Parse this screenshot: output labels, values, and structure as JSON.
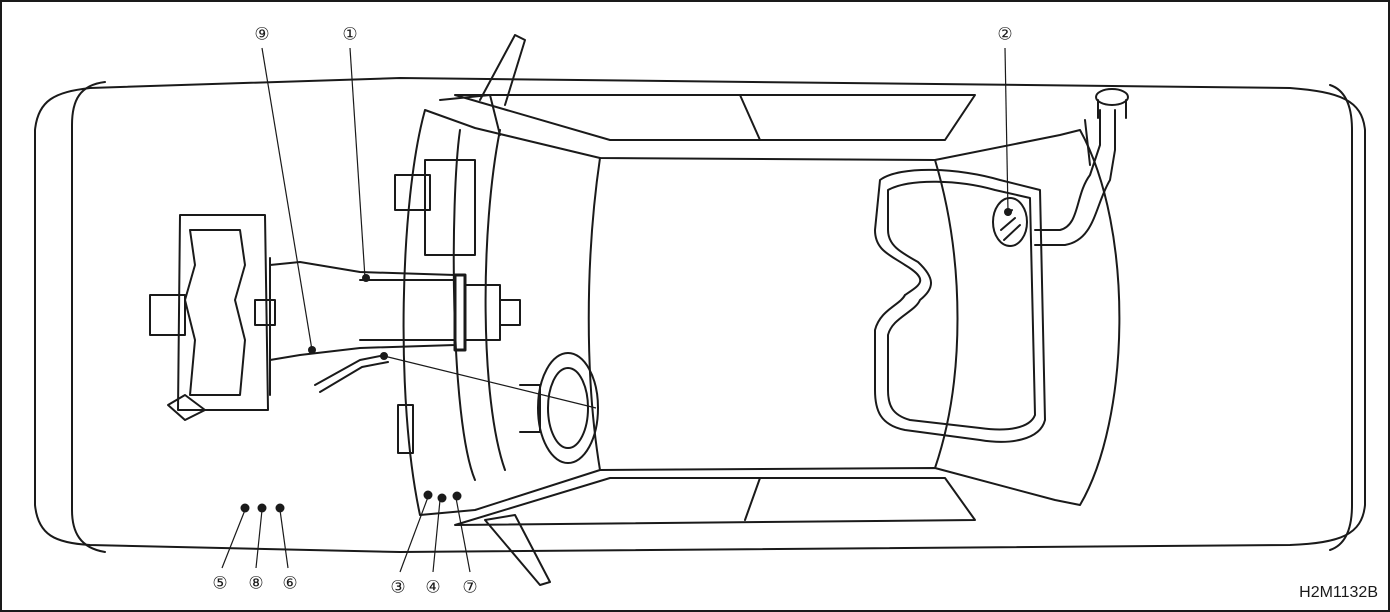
{
  "figure": {
    "id_label": "H2M1132B"
  },
  "callouts": [
    {
      "key": "c1",
      "text": "①"
    },
    {
      "key": "c2",
      "text": "②"
    },
    {
      "key": "c3",
      "text": "③"
    },
    {
      "key": "c4",
      "text": "④"
    },
    {
      "key": "c5",
      "text": "⑤"
    },
    {
      "key": "c6",
      "text": "⑥"
    },
    {
      "key": "c7",
      "text": "⑦"
    },
    {
      "key": "c8",
      "text": "⑧"
    },
    {
      "key": "c9",
      "text": "⑨"
    }
  ],
  "colors": {
    "line": "#1a1a1a",
    "background": "#ffffff"
  }
}
